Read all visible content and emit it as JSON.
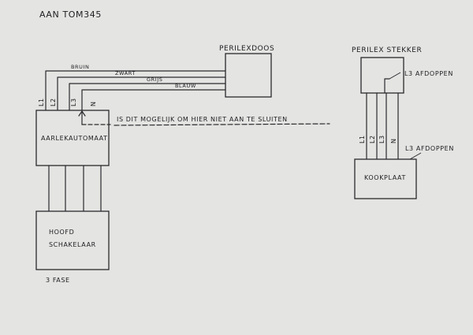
{
  "title": "AAN TOM345",
  "boxes": {
    "perilexdoos": "PERILEXDOOS",
    "aardlekautomaat": "AARLEKAUTOMAAT",
    "hoofdschakelaar_line1": "HOOFD",
    "hoofdschakelaar_line2": "SCHAKELAAR",
    "perilex_stekker": "PERILEX STEKKER",
    "kookplaat": "KOOKPLAAT"
  },
  "wires": {
    "bruin": "BRUIN",
    "zwart": "ZWART",
    "grijs": "GRIJS",
    "blauw": "BLAUW"
  },
  "terminals_left": [
    "L1",
    "L2",
    "L3",
    "N"
  ],
  "terminals_right": [
    "L1",
    "L2",
    "L3",
    "N"
  ],
  "question": "IS DIT MOGELIJK OM HIER NIET AAN TE SLUITEN",
  "notes": {
    "l3_afdoppen_top": "L3 AFDOPPEN",
    "l3_afdoppen_bottom": "L3 AFDOPPEN"
  },
  "supply": "3 FASE"
}
